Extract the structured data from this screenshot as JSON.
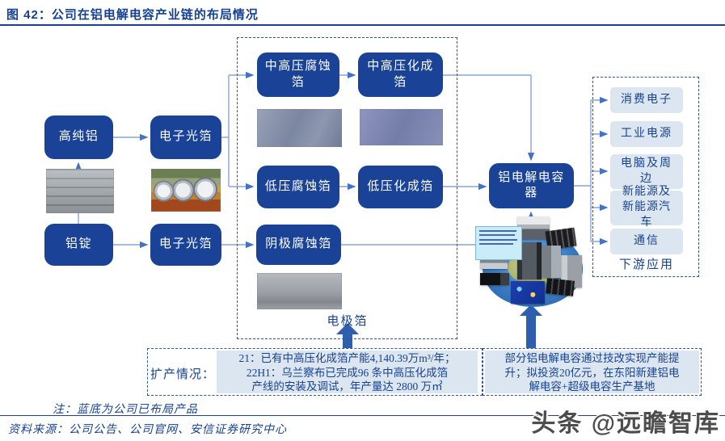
{
  "title": "图 42：公司在铝电解电容产业链的布局情况",
  "colors": {
    "box_navy": "#1a4397",
    "accent_blue": "#2f5496",
    "light_blue": "#dce6f1",
    "title_navy": "#17418f",
    "connector_blue": "#8ca3cf",
    "thick_arrow_blue": "#2e5fae"
  },
  "chain": {
    "upstream": {
      "high_purity_al": "高纯铝",
      "al_ingot": "铝锭",
      "electronic_foil_top": "电子光箔",
      "electronic_foil_bottom": "电子光箔"
    },
    "electrode_foil": {
      "group_label": "电极箔",
      "mid_high_corroded": "中高压腐蚀箔",
      "mid_high_formed": "中高压化成箔",
      "low_corroded": "低压腐蚀箔",
      "low_formed": "低压化成箔",
      "cathode_corroded": "阴极腐蚀箔"
    },
    "capacitor": "铝电解电容器",
    "downstream": {
      "group_label": "下游应用",
      "items": [
        "消费电子",
        "工业电源",
        "电脑及周边",
        "新能源及新能源汽车",
        "通信"
      ]
    }
  },
  "expansion": {
    "label": "扩产情况：",
    "left_lines": [
      "21：已有中高压化成箔产能4,140.39万m³/年；",
      "22H1：乌兰察布已完成96 条中高压化成箔",
      "产线的安装及调试，年产量达 2800 万㎡"
    ],
    "right_lines": [
      "部分铝电解电容通过技改实现产能提",
      "升；拟投资20亿元，在东阳新建铝电",
      "解电容+超级电容生产基地"
    ]
  },
  "notes": {
    "note": "注：蓝底为公司已布局产品",
    "source": "资料来源：公司公告、公司官网、安信证券研究中心"
  },
  "watermark": "头条 @远瞻智库"
}
